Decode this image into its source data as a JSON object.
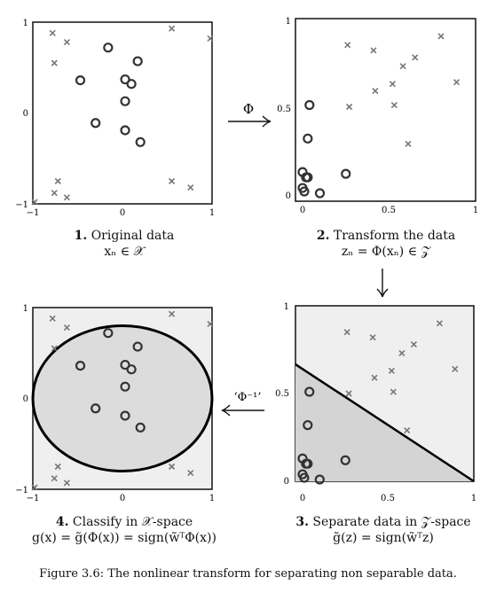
{
  "panels": [
    {
      "number": "1.",
      "title": "Original data",
      "formula": "xₙ ∈ 𝒳",
      "ticks": {
        "x": [
          "−1",
          "0",
          "1"
        ],
        "y": [
          "−1",
          "0",
          "1"
        ]
      }
    },
    {
      "number": "2.",
      "title": "Transform the data",
      "formula": "zₙ = Φ(xₙ) ∈ 𝒵",
      "ticks": {
        "x": [
          "0",
          "0.5",
          "1"
        ],
        "y": [
          "0",
          "0.5",
          "1"
        ]
      }
    },
    {
      "number": "3.",
      "title": "Separate data in 𝒵-space",
      "formula": "g̃(z) = sign(w̃ᵀz)",
      "ticks": {
        "x": [
          "0",
          "0.5",
          "1"
        ],
        "y": [
          "0",
          "0.5",
          "1"
        ]
      }
    },
    {
      "number": "4.",
      "title": "Classify in 𝒳-space",
      "formula": "g(x) = g̃(Φ(x)) = sign(w̃ᵀΦ(x))",
      "ticks": {
        "x": [
          "−1",
          "0",
          "1"
        ],
        "y": [
          "−1",
          "0",
          "1"
        ]
      }
    }
  ],
  "arrows": {
    "phi": "Φ",
    "phi_inverse": "‘Φ⁻¹’"
  },
  "figure_caption": "Figure 3.6: The nonlinear transform for separating non separable data.",
  "chart_data": [
    {
      "type": "scatter",
      "panel": "1",
      "xlim": [
        -1,
        1
      ],
      "ylim": [
        -1,
        1
      ],
      "series": [
        {
          "marker": "x",
          "points": [
            [
              -0.78,
              0.88
            ],
            [
              -0.62,
              0.78
            ],
            [
              -0.76,
              0.55
            ],
            [
              0.55,
              0.93
            ],
            [
              0.98,
              0.82
            ],
            [
              -0.72,
              -0.75
            ],
            [
              -0.76,
              -0.88
            ],
            [
              -0.62,
              -0.93
            ],
            [
              -0.98,
              -0.98
            ],
            [
              0.55,
              -0.75
            ],
            [
              0.76,
              -0.82
            ]
          ]
        },
        {
          "marker": "o",
          "points": [
            [
              -0.16,
              0.72
            ],
            [
              0.17,
              0.57
            ],
            [
              -0.47,
              0.36
            ],
            [
              0.03,
              0.37
            ],
            [
              0.1,
              0.32
            ],
            [
              0.03,
              0.13
            ],
            [
              -0.3,
              -0.11
            ],
            [
              0.03,
              -0.19
            ],
            [
              0.2,
              -0.32
            ]
          ]
        }
      ]
    },
    {
      "type": "scatter",
      "panel": "2",
      "xlim": [
        0,
        1
      ],
      "ylim": [
        0,
        1
      ],
      "series": [
        {
          "marker": "x",
          "points": [
            [
              0.26,
              0.85
            ],
            [
              0.41,
              0.82
            ],
            [
              0.8,
              0.9
            ],
            [
              0.58,
              0.73
            ],
            [
              0.65,
              0.78
            ],
            [
              0.52,
              0.63
            ],
            [
              0.42,
              0.59
            ],
            [
              0.27,
              0.5
            ],
            [
              0.53,
              0.51
            ],
            [
              0.61,
              0.29
            ],
            [
              0.89,
              0.64
            ]
          ]
        },
        {
          "marker": "o",
          "points": [
            [
              0.04,
              0.51
            ],
            [
              0.03,
              0.32
            ],
            [
              0.0,
              0.13
            ],
            [
              0.02,
              0.1
            ],
            [
              0.03,
              0.1
            ],
            [
              0.0,
              0.04
            ],
            [
              0.01,
              0.02
            ],
            [
              0.1,
              0.01
            ],
            [
              0.25,
              0.12
            ]
          ]
        }
      ]
    },
    {
      "type": "scatter",
      "panel": "3",
      "xlim": [
        0,
        1
      ],
      "ylim": [
        0,
        1
      ],
      "decision_line": [
        [
          0,
          0.64
        ],
        [
          1,
          0
        ]
      ],
      "series": [
        {
          "marker": "x",
          "points": [
            [
              0.26,
              0.85
            ],
            [
              0.41,
              0.82
            ],
            [
              0.8,
              0.9
            ],
            [
              0.58,
              0.73
            ],
            [
              0.65,
              0.78
            ],
            [
              0.52,
              0.63
            ],
            [
              0.42,
              0.59
            ],
            [
              0.27,
              0.5
            ],
            [
              0.53,
              0.51
            ],
            [
              0.61,
              0.29
            ],
            [
              0.89,
              0.64
            ]
          ]
        },
        {
          "marker": "o",
          "points": [
            [
              0.04,
              0.51
            ],
            [
              0.03,
              0.32
            ],
            [
              0.0,
              0.13
            ],
            [
              0.02,
              0.1
            ],
            [
              0.03,
              0.1
            ],
            [
              0.0,
              0.04
            ],
            [
              0.01,
              0.02
            ],
            [
              0.1,
              0.01
            ],
            [
              0.25,
              0.12
            ]
          ]
        }
      ]
    },
    {
      "type": "scatter",
      "panel": "4",
      "xlim": [
        -1,
        1
      ],
      "ylim": [
        -1,
        1
      ],
      "decision_ellipse": {
        "cx": 0,
        "cy": 0,
        "rx": 1.0,
        "ry": 0.8
      },
      "series": [
        {
          "marker": "x",
          "points": [
            [
              -0.78,
              0.88
            ],
            [
              -0.62,
              0.78
            ],
            [
              -0.76,
              0.55
            ],
            [
              0.55,
              0.93
            ],
            [
              0.98,
              0.82
            ],
            [
              -0.72,
              -0.75
            ],
            [
              -0.76,
              -0.88
            ],
            [
              -0.62,
              -0.93
            ],
            [
              -0.98,
              -0.98
            ],
            [
              0.55,
              -0.75
            ],
            [
              0.76,
              -0.82
            ]
          ]
        },
        {
          "marker": "o",
          "points": [
            [
              -0.16,
              0.72
            ],
            [
              0.17,
              0.57
            ],
            [
              -0.47,
              0.36
            ],
            [
              0.03,
              0.37
            ],
            [
              0.1,
              0.32
            ],
            [
              0.03,
              0.13
            ],
            [
              -0.3,
              -0.11
            ],
            [
              0.03,
              -0.19
            ],
            [
              0.2,
              -0.32
            ]
          ]
        }
      ]
    }
  ]
}
